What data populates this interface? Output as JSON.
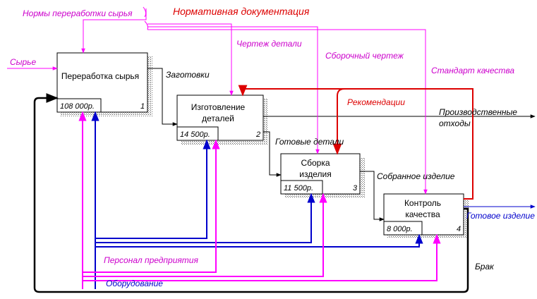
{
  "colors": {
    "black": "#000000",
    "magenta": "#ff00ff",
    "magenta_text": "#cc00cc",
    "blue": "#0000cc",
    "red": "#dd0000",
    "shadow": "#999999"
  },
  "boxes": [
    {
      "id": 1,
      "title_lines": [
        "Переработка сырья"
      ],
      "cost": "108 000р.",
      "num": "1"
    },
    {
      "id": 2,
      "title_lines": [
        "Изготовление",
        "деталей"
      ],
      "cost": "14 500р.",
      "num": "2"
    },
    {
      "id": 3,
      "title_lines": [
        "Сборка",
        "изделия"
      ],
      "cost": "11 500р.",
      "num": "3"
    },
    {
      "id": 4,
      "title_lines": [
        "Контроль",
        "качества"
      ],
      "cost": "8 000р.",
      "num": "4"
    }
  ],
  "labels": {
    "norms": "Нормы переработки сырья",
    "normative_docs": "Нормативная документация",
    "part_drawing": "Чертеж детали",
    "assembly_drawing": "Сборочный чертеж",
    "quality_standard": "Стандарт качества",
    "raw": "Сырье",
    "blanks": "Заготовки",
    "recommendations": "Рекомендации",
    "production_waste_1": "Производственные",
    "production_waste_2": "отходы",
    "finished_parts": "Готовые детали",
    "assembled_product": "Собранное изделие",
    "finished_product": "Готовое изделие",
    "personnel": "Персонал предприятия",
    "defect": "Брак",
    "equipment": "Оборудование"
  }
}
